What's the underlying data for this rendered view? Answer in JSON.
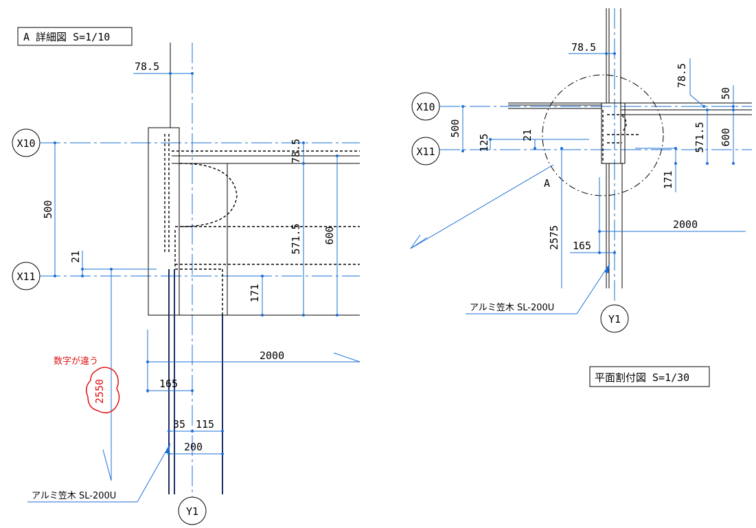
{
  "detail_view": {
    "title": "A 詳細図 S=1/10",
    "grid": {
      "x10": "X10",
      "x11": "X11",
      "y1": "Y1"
    },
    "dims": {
      "d78_5_top": "78.5",
      "d78_5_right": "78.5",
      "d500": "500",
      "d21": "21",
      "d571_5": "571.5",
      "d600": "600",
      "d171": "171",
      "d2000": "2000",
      "d165": "165",
      "d35": "35",
      "d115": "115",
      "d200": "200"
    },
    "cloud_value": "2550",
    "note_red": "数字が違う",
    "coping_label": "アルミ笠木 SL-200U"
  },
  "plan_view": {
    "title": "平面割付図 S=1/30",
    "grid": {
      "x10": "X10",
      "x11": "X11",
      "y1": "Y1"
    },
    "detail_marker": "A",
    "dims": {
      "d78_5_top": "78.5",
      "d78_5_right": "78.5",
      "d50": "50",
      "d500": "500",
      "d125": "125",
      "d21": "21",
      "d571_5": "571.5",
      "d600": "600",
      "d171": "171",
      "d2575": "2575",
      "d2000": "2000",
      "d165": "165"
    },
    "coping_label": "アルミ笠木 SL-200U"
  },
  "colors": {
    "dimension_line": "#1a6fd6",
    "annotation_red": "#e01010",
    "coping_edge": "#1c2e66"
  }
}
